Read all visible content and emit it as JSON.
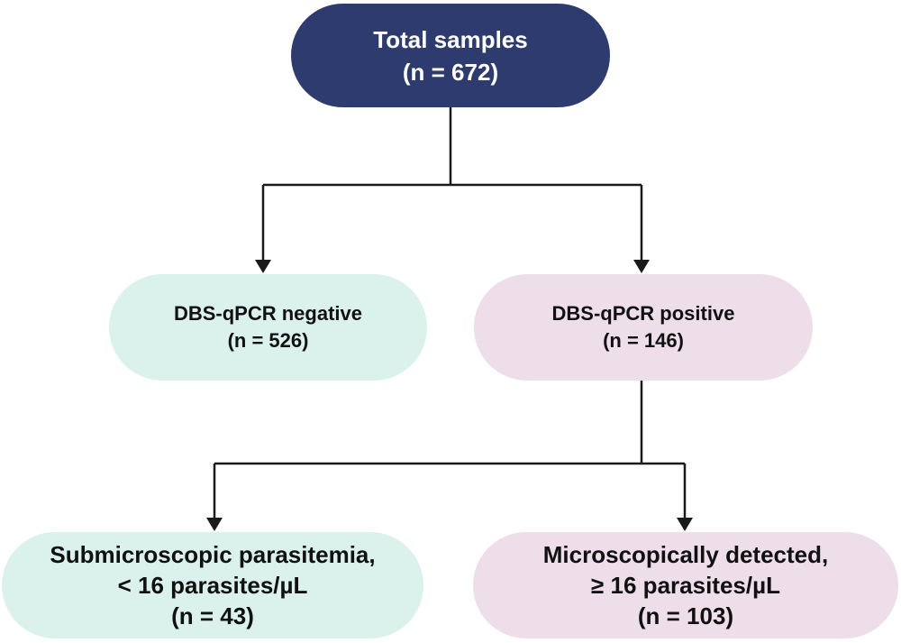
{
  "nodes": {
    "total": {
      "line1": "Total samples",
      "line2": "(n = 672)"
    },
    "negative": {
      "line1": "DBS-qPCR negative",
      "line2": "(n = 526)"
    },
    "positive": {
      "line1": "DBS-qPCR positive",
      "line2": "(n = 146)"
    },
    "submicroscopic": {
      "line1": "Submicroscopic parasitemia,",
      "line2": "< 16 parasites/µL",
      "line3": "(n = 43)"
    },
    "microscopic": {
      "line1": "Microscopically detected,",
      "line2": "≥ 16 parasites/µL",
      "line3": "(n = 103)"
    }
  },
  "colors": {
    "root_fill": "#2e3b6e",
    "negative_fill": "#dbf2ec",
    "positive_fill": "#eedeea",
    "connector": "#1a1a1a"
  }
}
